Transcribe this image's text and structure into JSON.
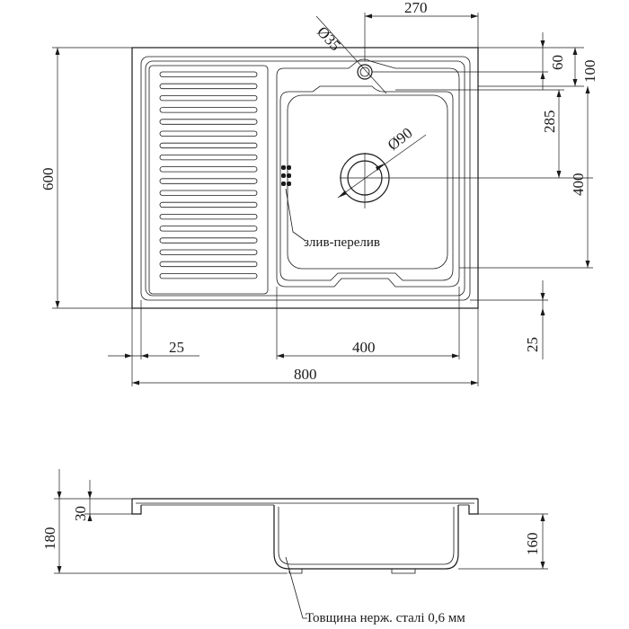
{
  "dimensions": {
    "width_total": "800",
    "height_total": "600",
    "bowl_width": "400",
    "bowl_height": "400",
    "bowl_offset_top": "285",
    "hole_offset_top": "60",
    "edge_offset_top": "100",
    "hole_offset_right": "270",
    "bowl_offset_left": "25",
    "bowl_offset_bottom": "25",
    "tap_hole_diameter": "Ø35",
    "drain_diameter": "Ø90",
    "side_height_total": "180",
    "side_rim_height": "30",
    "side_bowl_depth": "160"
  },
  "labels": {
    "overflow": "злив-перелив",
    "steel_thickness": "Товщина нерж. сталі 0,6 мм"
  }
}
